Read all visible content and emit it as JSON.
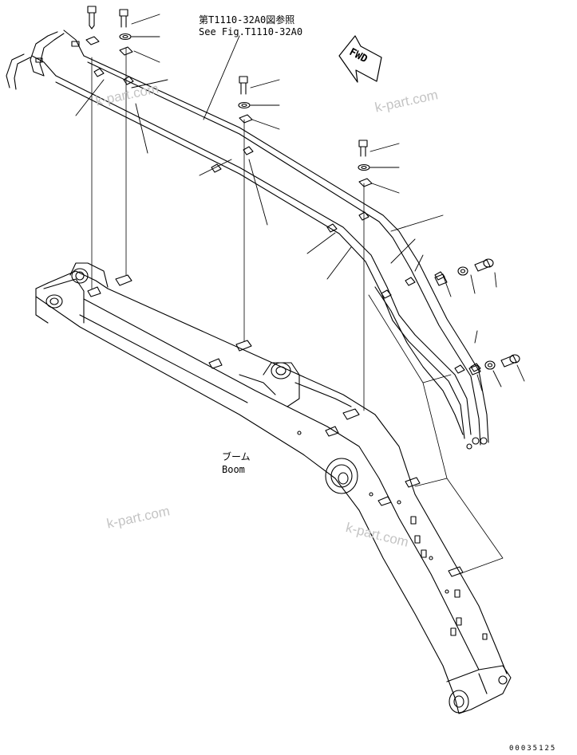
{
  "reference": {
    "line1": "第T1110-32A0図参照",
    "line2": "See Fig.T1110-32A0"
  },
  "boom": {
    "label_jp": "ブーム",
    "label_en": "Boom"
  },
  "direction": {
    "label": "FWD"
  },
  "watermarks": [
    "k-part.com",
    "k-part.com",
    "k-part.com",
    "k-part.com"
  ],
  "diagram_number": "00035125",
  "colors": {
    "line": "#000000",
    "watermark": "#c4c4c4",
    "background": "#ffffff"
  }
}
